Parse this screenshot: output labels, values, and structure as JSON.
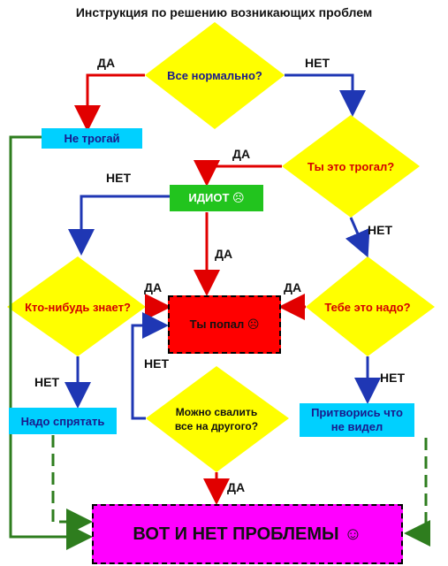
{
  "title": "Инструкция по решению возникающих проблем",
  "nodes": {
    "all_ok": "Все нормально?",
    "dont_touch": "Не трогай",
    "touched": "Ты это трогал?",
    "idiot": "ИДИОТ ☹",
    "anyone_knows": "Кто-нибудь знает?",
    "you_got": "Ты попал ☹",
    "need_it": "Тебе это надо?",
    "blame_line1": "Можно свалить",
    "blame_line2": "все на другого?",
    "hide": "Надо спрятать",
    "pretend_line1": "Притворись что",
    "pretend_line2": "не видел",
    "no_problem": "ВОТ И НЕТ ПРОБЛЕМЫ ☺"
  },
  "edges": {
    "yes": "ДА",
    "no": "НЕТ"
  },
  "colors": {
    "diamond": "#ffff00",
    "yes_arrow": "#e10000",
    "no_arrow": "#1f37b4",
    "green_arrow": "#2e7d1e",
    "cyan_box": "#00d0ff",
    "green_box": "#22c41e",
    "red_box": "#ff0000",
    "magenta_box": "#ff00ff"
  }
}
